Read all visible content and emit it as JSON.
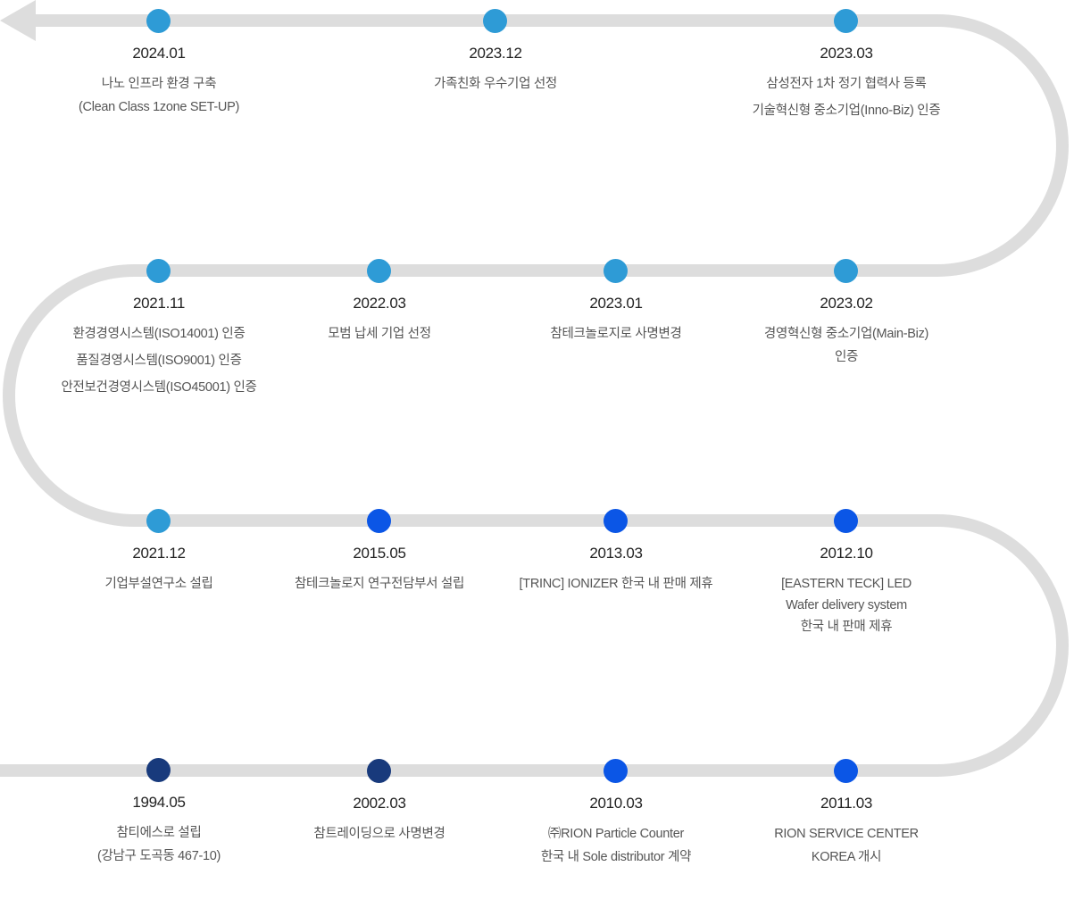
{
  "colors": {
    "track": "#dddddd",
    "light_blue": "#2e9bd6",
    "blue": "#0b56e6",
    "navy": "#183a7c"
  },
  "icons": {
    "direction": "arrow-left-icon"
  },
  "events": [
    {
      "id": "e2024-01",
      "date": "2024.01",
      "lines": [
        "나노 인프라 환경 구축",
        "(Clean Class 1zone SET-UP)"
      ],
      "dot": "light_blue"
    },
    {
      "id": "e2023-12",
      "date": "2023.12",
      "lines": [
        "가족친화 우수기업 선정"
      ],
      "dot": "light_blue"
    },
    {
      "id": "e2023-03",
      "date": "2023.03",
      "lines": [
        "삼성전자 1차 정기 협력사 등록",
        "기술혁신형 중소기업(Inno-Biz) 인증"
      ],
      "dot": "light_blue"
    },
    {
      "id": "e2021-11",
      "date": "2021.11",
      "lines": [
        "환경경영시스템(ISO14001) 인증",
        "품질경영시스템(ISO9001) 인증",
        "안전보건경영시스템(ISO45001) 인증"
      ],
      "dot": "light_blue"
    },
    {
      "id": "e2022-03",
      "date": "2022.03",
      "lines": [
        "모범 납세 기업 선정"
      ],
      "dot": "light_blue"
    },
    {
      "id": "e2023-01",
      "date": "2023.01",
      "lines": [
        "참테크놀로지로 사명변경"
      ],
      "dot": "light_blue"
    },
    {
      "id": "e2023-02",
      "date": "2023.02",
      "lines": [
        "경영혁신형 중소기업(Main-Biz)",
        "인증"
      ],
      "dot": "light_blue"
    },
    {
      "id": "e2021-12",
      "date": "2021.12",
      "lines": [
        "기업부설연구소 설립"
      ],
      "dot": "light_blue"
    },
    {
      "id": "e2015-05",
      "date": "2015.05",
      "lines": [
        "참테크놀로지 연구전담부서 설립"
      ],
      "dot": "blue"
    },
    {
      "id": "e2013-03",
      "date": "2013.03",
      "lines": [
        "[TRINC] IONIZER 한국 내 판매 제휴"
      ],
      "dot": "blue"
    },
    {
      "id": "e2012-10",
      "date": "2012.10",
      "lines": [
        "[EASTERN TECK] LED",
        "Wafer delivery system",
        "한국 내 판매 제휴"
      ],
      "dot": "blue"
    },
    {
      "id": "e1994-05",
      "date": "1994.05",
      "lines": [
        "참티에스로 설립",
        "(강남구 도곡동 467-10)"
      ],
      "dot": "navy"
    },
    {
      "id": "e2002-03",
      "date": "2002.03",
      "lines": [
        "참트레이딩으로 사명변경"
      ],
      "dot": "navy"
    },
    {
      "id": "e2010-03",
      "date": "2010.03",
      "lines": [
        "㈜RION Particle Counter",
        "한국 내 Sole distributor 계약"
      ],
      "dot": "blue"
    },
    {
      "id": "e2011-03",
      "date": "2011.03",
      "lines": [
        "RION SERVICE CENTER",
        "KOREA 개시"
      ],
      "dot": "blue"
    }
  ]
}
